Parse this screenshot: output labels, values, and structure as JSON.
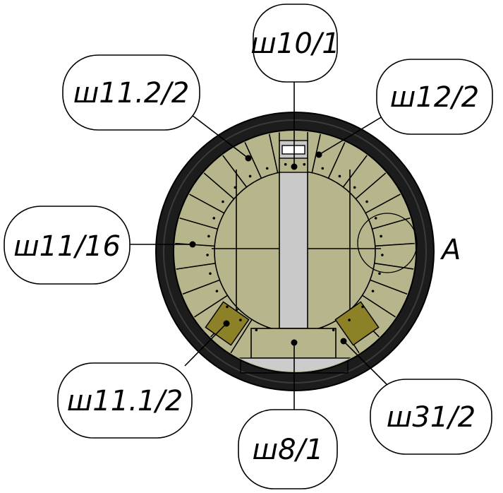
{
  "diagram": {
    "callouts": [
      {
        "id": "c1",
        "label": "ш10/1"
      },
      {
        "id": "c2",
        "label": "ш11.2/2"
      },
      {
        "id": "c3",
        "label": "ш12/2"
      },
      {
        "id": "c4",
        "label": "ш11/16"
      },
      {
        "id": "c5",
        "label": "ш11.1/2"
      },
      {
        "id": "c6",
        "label": "ш8/1"
      },
      {
        "id": "c7",
        "label": "ш31/2"
      }
    ],
    "detail_label": "A",
    "colors": {
      "ring": "#1c1c1c",
      "segment": "#b6b58c",
      "segment_dark": "#8d8127",
      "bar": "#c9c9c9"
    }
  }
}
